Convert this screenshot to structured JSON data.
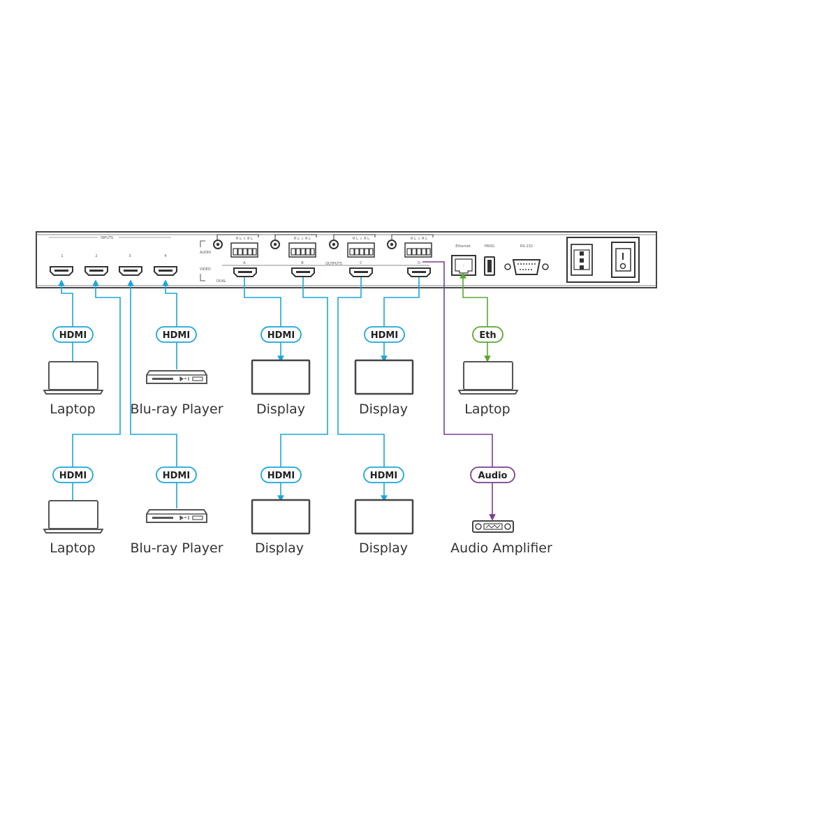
{
  "colors": {
    "hdmi": "#1aa7d8",
    "eth": "#5aa832",
    "audio": "#7b3f8f",
    "panel_stroke": "#444444",
    "device_stroke": "#555555"
  },
  "panel": {
    "inputs_label": "INPUTS",
    "input_numbers": [
      "1",
      "2",
      "3",
      "4"
    ],
    "audio_label": "AUDIO",
    "video_label": "VIDEO",
    "dual_label": "DUAL",
    "terminal_label": "R L ⏚ R L",
    "outputs_label": "OUTPUTS",
    "output_letters": [
      "A",
      "B",
      "C",
      "D"
    ],
    "ethernet_label": "Ethernet",
    "prog_label": "PROG",
    "rs232_label": "RS-232"
  },
  "badges": {
    "hdmi": "HDMI",
    "eth": "Eth",
    "audio": "Audio"
  },
  "devices": {
    "laptop": "Laptop",
    "bluray": "Blu-ray Player",
    "display": "Display",
    "amplifier": "Audio Amplifier"
  }
}
